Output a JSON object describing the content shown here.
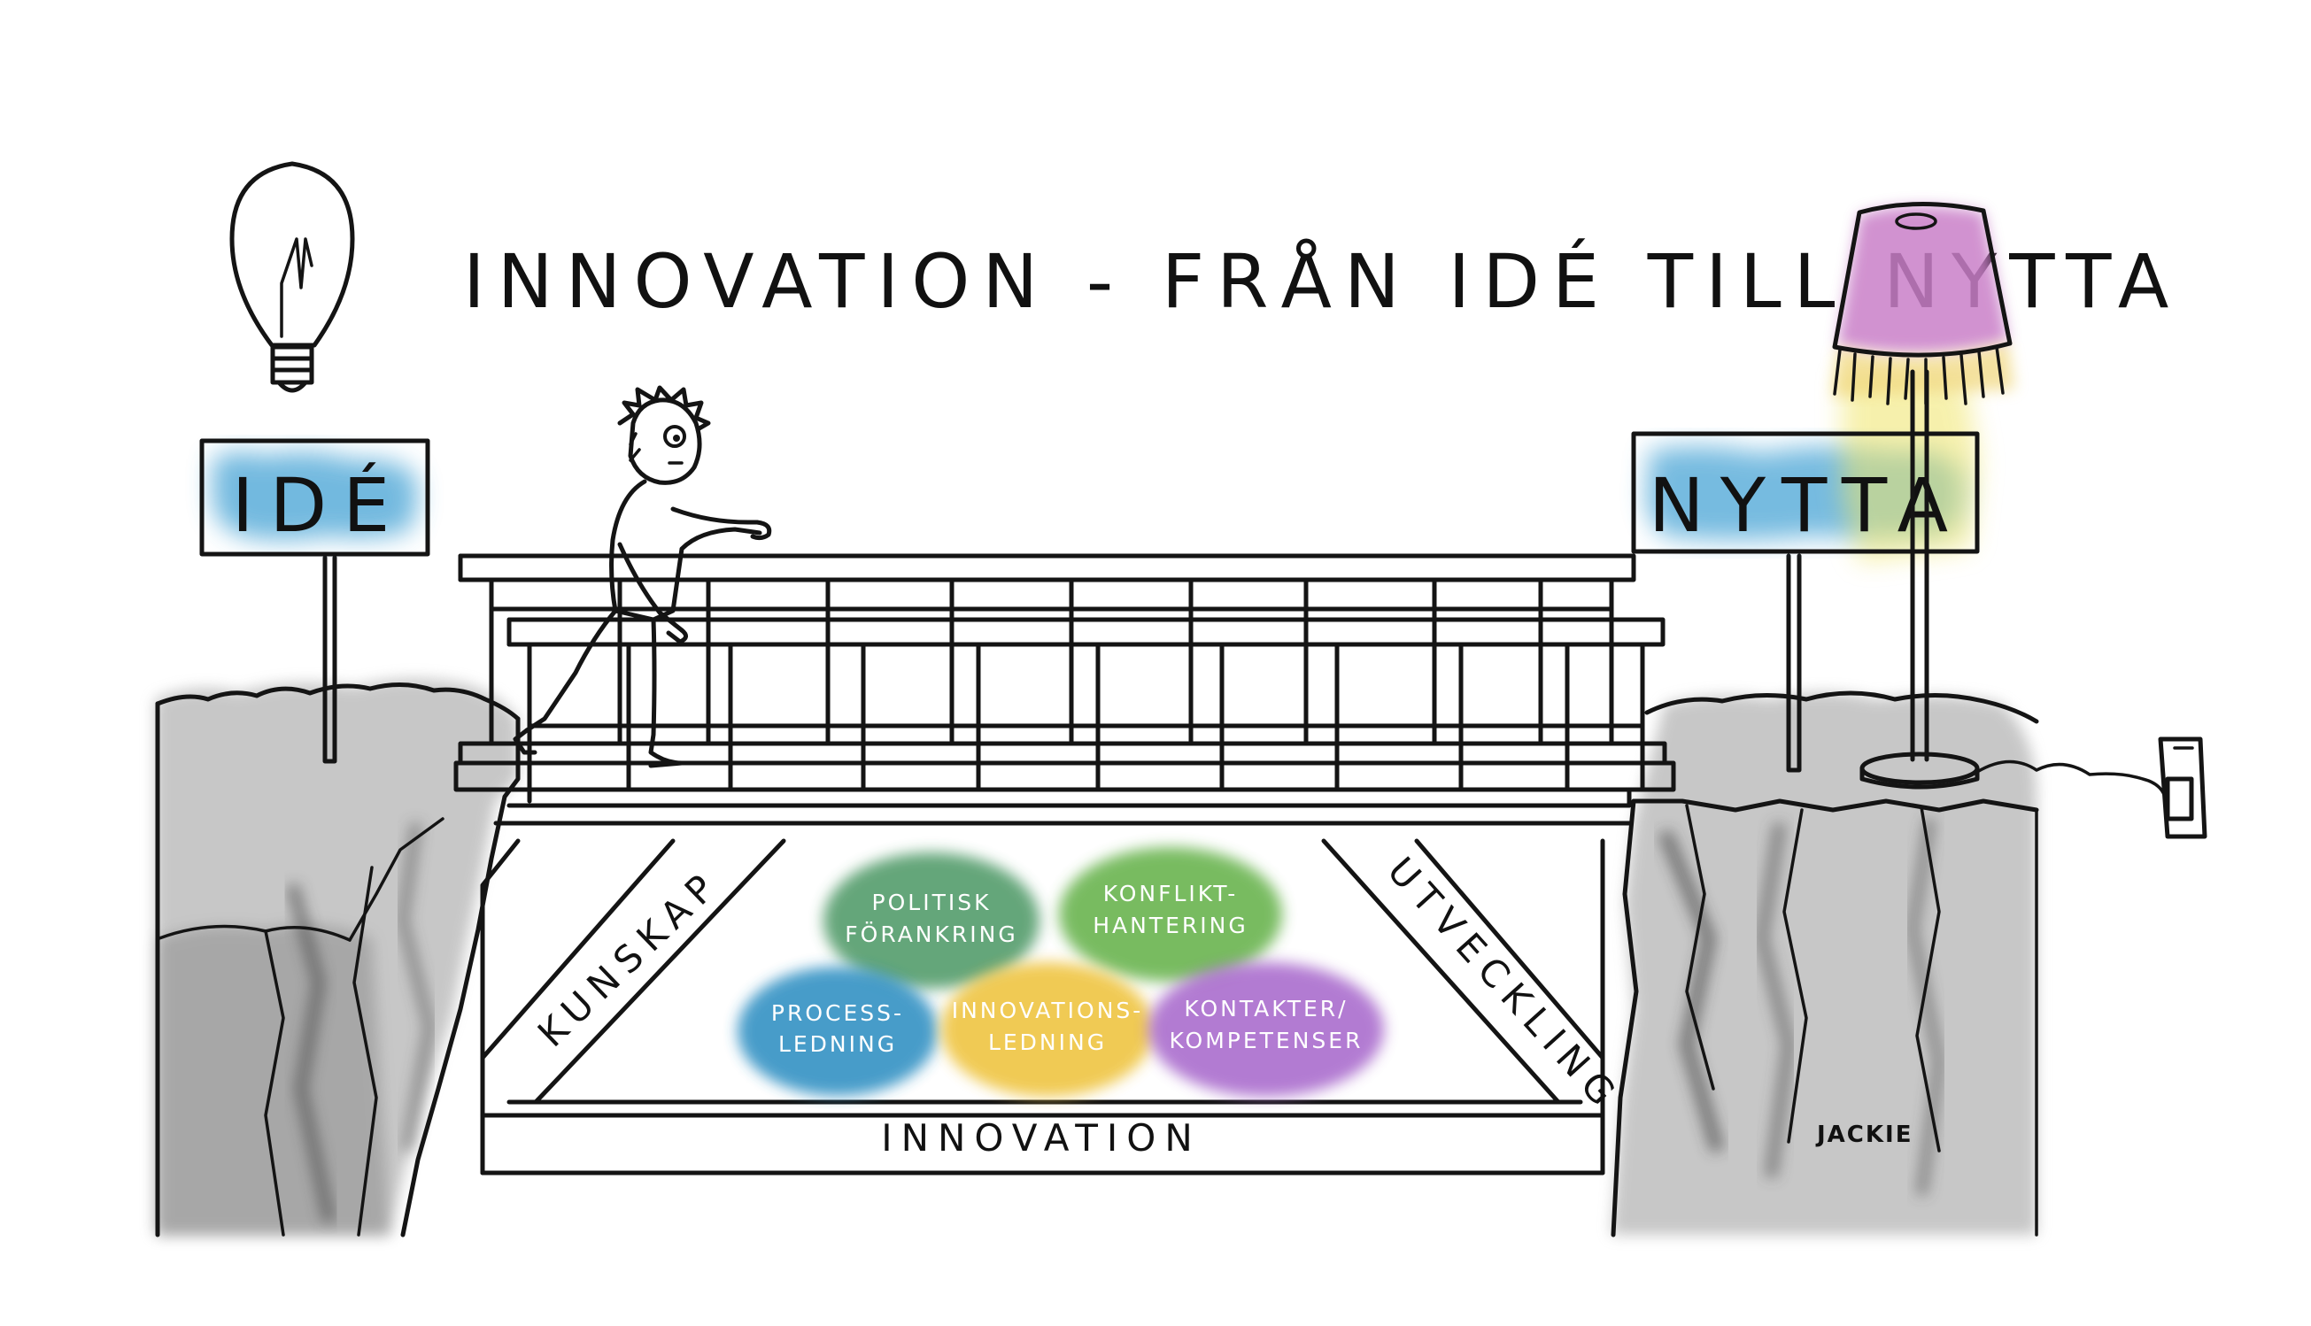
{
  "title": "INNOVATION - FRÅN IDÉ TILL NYTTA",
  "signs": {
    "left": "IDÉ",
    "right": "NYTTA"
  },
  "bridge": {
    "left_band": "KUNSKAP",
    "right_band": "UTVECKLING",
    "base_band": "INNOVATION"
  },
  "blobs": [
    {
      "id": "politisk",
      "lines": [
        "POLITISK",
        "FÖRANKRING"
      ],
      "color": "#4f9a67"
    },
    {
      "id": "konflikt",
      "lines": [
        "KONFLIKT-",
        "HANTERING"
      ],
      "color": "#66b24c"
    },
    {
      "id": "process",
      "lines": [
        "PROCESS-",
        "LEDNING"
      ],
      "color": "#2f8fc2"
    },
    {
      "id": "innovationsledning",
      "lines": [
        "INNOVATIONS-",
        "LEDNING"
      ],
      "color": "#efc542"
    },
    {
      "id": "kontakter",
      "lines": [
        "KONTAKTER/",
        "KOMPETENSER"
      ],
      "color": "#a869cc"
    }
  ],
  "signature": "JACKIE",
  "icons": [
    "light-bulb-icon",
    "lamp-icon",
    "wall-socket-icon",
    "person-figure"
  ]
}
